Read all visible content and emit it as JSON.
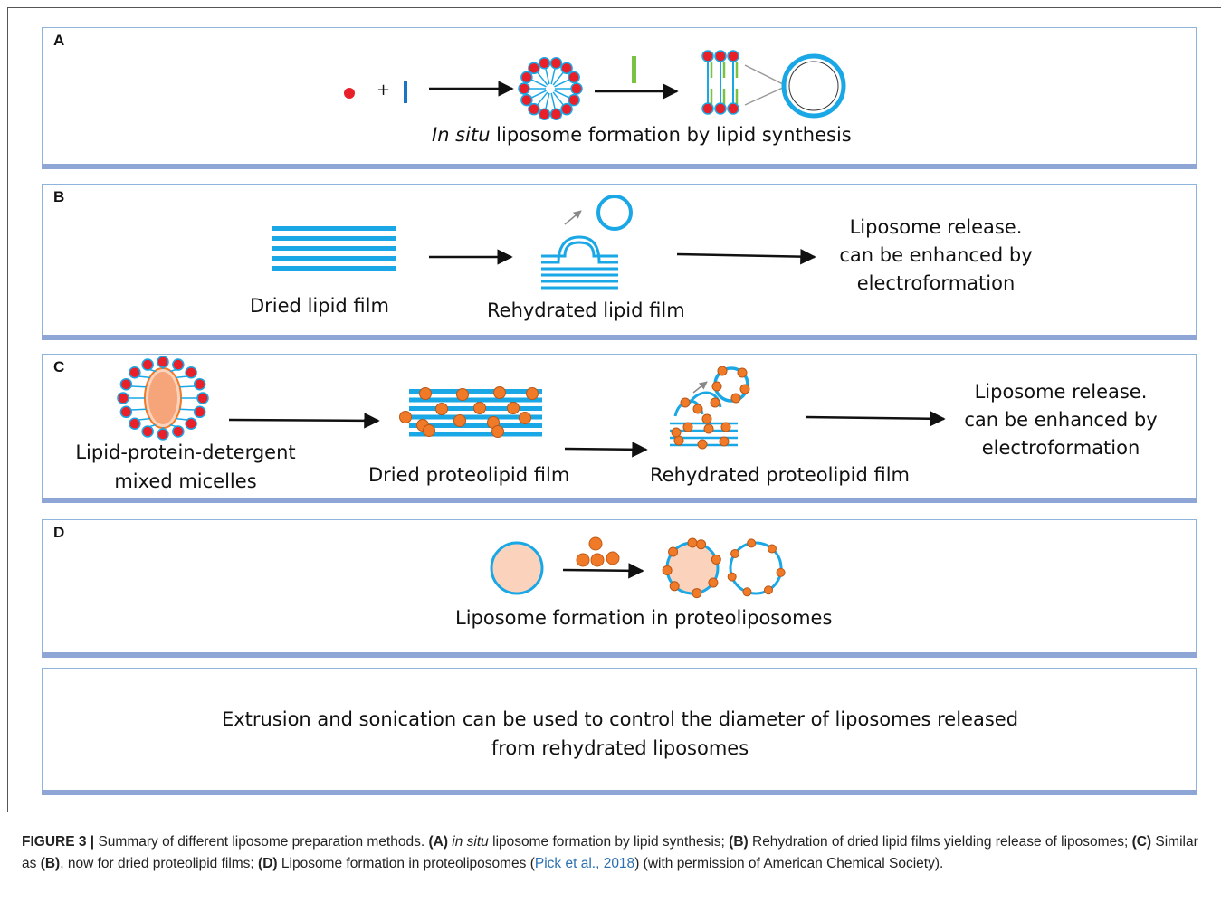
{
  "panels": {
    "a": {
      "label": "A",
      "caption_italic": "In situ",
      "caption_rest": " liposome formation by lipid synthesis",
      "plus": "+"
    },
    "b": {
      "label": "B",
      "dried": "Dried lipid film",
      "rehydrated": "Rehydrated lipid film",
      "release_1": "Liposome release.",
      "release_2": "can be enhanced by",
      "release_3": "electroformation"
    },
    "c": {
      "label": "C",
      "micelle_1": "Lipid-protein-detergent",
      "micelle_2": "mixed micelles",
      "dried": "Dried proteolipid film",
      "rehydrated": "Rehydrated proteolipid film",
      "release_1": "Liposome release.",
      "release_2": "can be enhanced by",
      "release_3": "electroformation"
    },
    "d": {
      "label": "D",
      "caption": "Liposome formation in proteoliposomes"
    },
    "e": {
      "line_1": "Extrusion and sonication can be used to control the diameter of liposomes released",
      "line_2": "from rehydrated liposomes"
    }
  },
  "figure_caption": {
    "lead": "FIGURE 3 |",
    "intro": " Summary of different liposome preparation methods. ",
    "a_tag": "(A)",
    "a_italic": " in situ",
    "a_text": " liposome formation by lipid synthesis; ",
    "b_tag": "(B)",
    "b_text": " Rehydration of dried lipid films yielding release of liposomes; ",
    "c_tag": "(C)",
    "c_text": " Similar as ",
    "c_ref": "(B)",
    "c_text2": ", now for dried proteolipid films; ",
    "d_tag": "(D)",
    "d_text": " Liposome formation in proteoliposomes (",
    "citation": "Pick et al., 2018",
    "end": ") (with permission of American Chemical Society)."
  },
  "colors": {
    "lipid_blue": "#1aa7e6",
    "head_red": "#e8202a",
    "tail_green": "#7cc242",
    "protein_orange": "#f07a28",
    "vesicle_fill": "#fbd3bd",
    "panel_bar": "#8ea6d6",
    "panel_border": "#8fb4dc"
  }
}
